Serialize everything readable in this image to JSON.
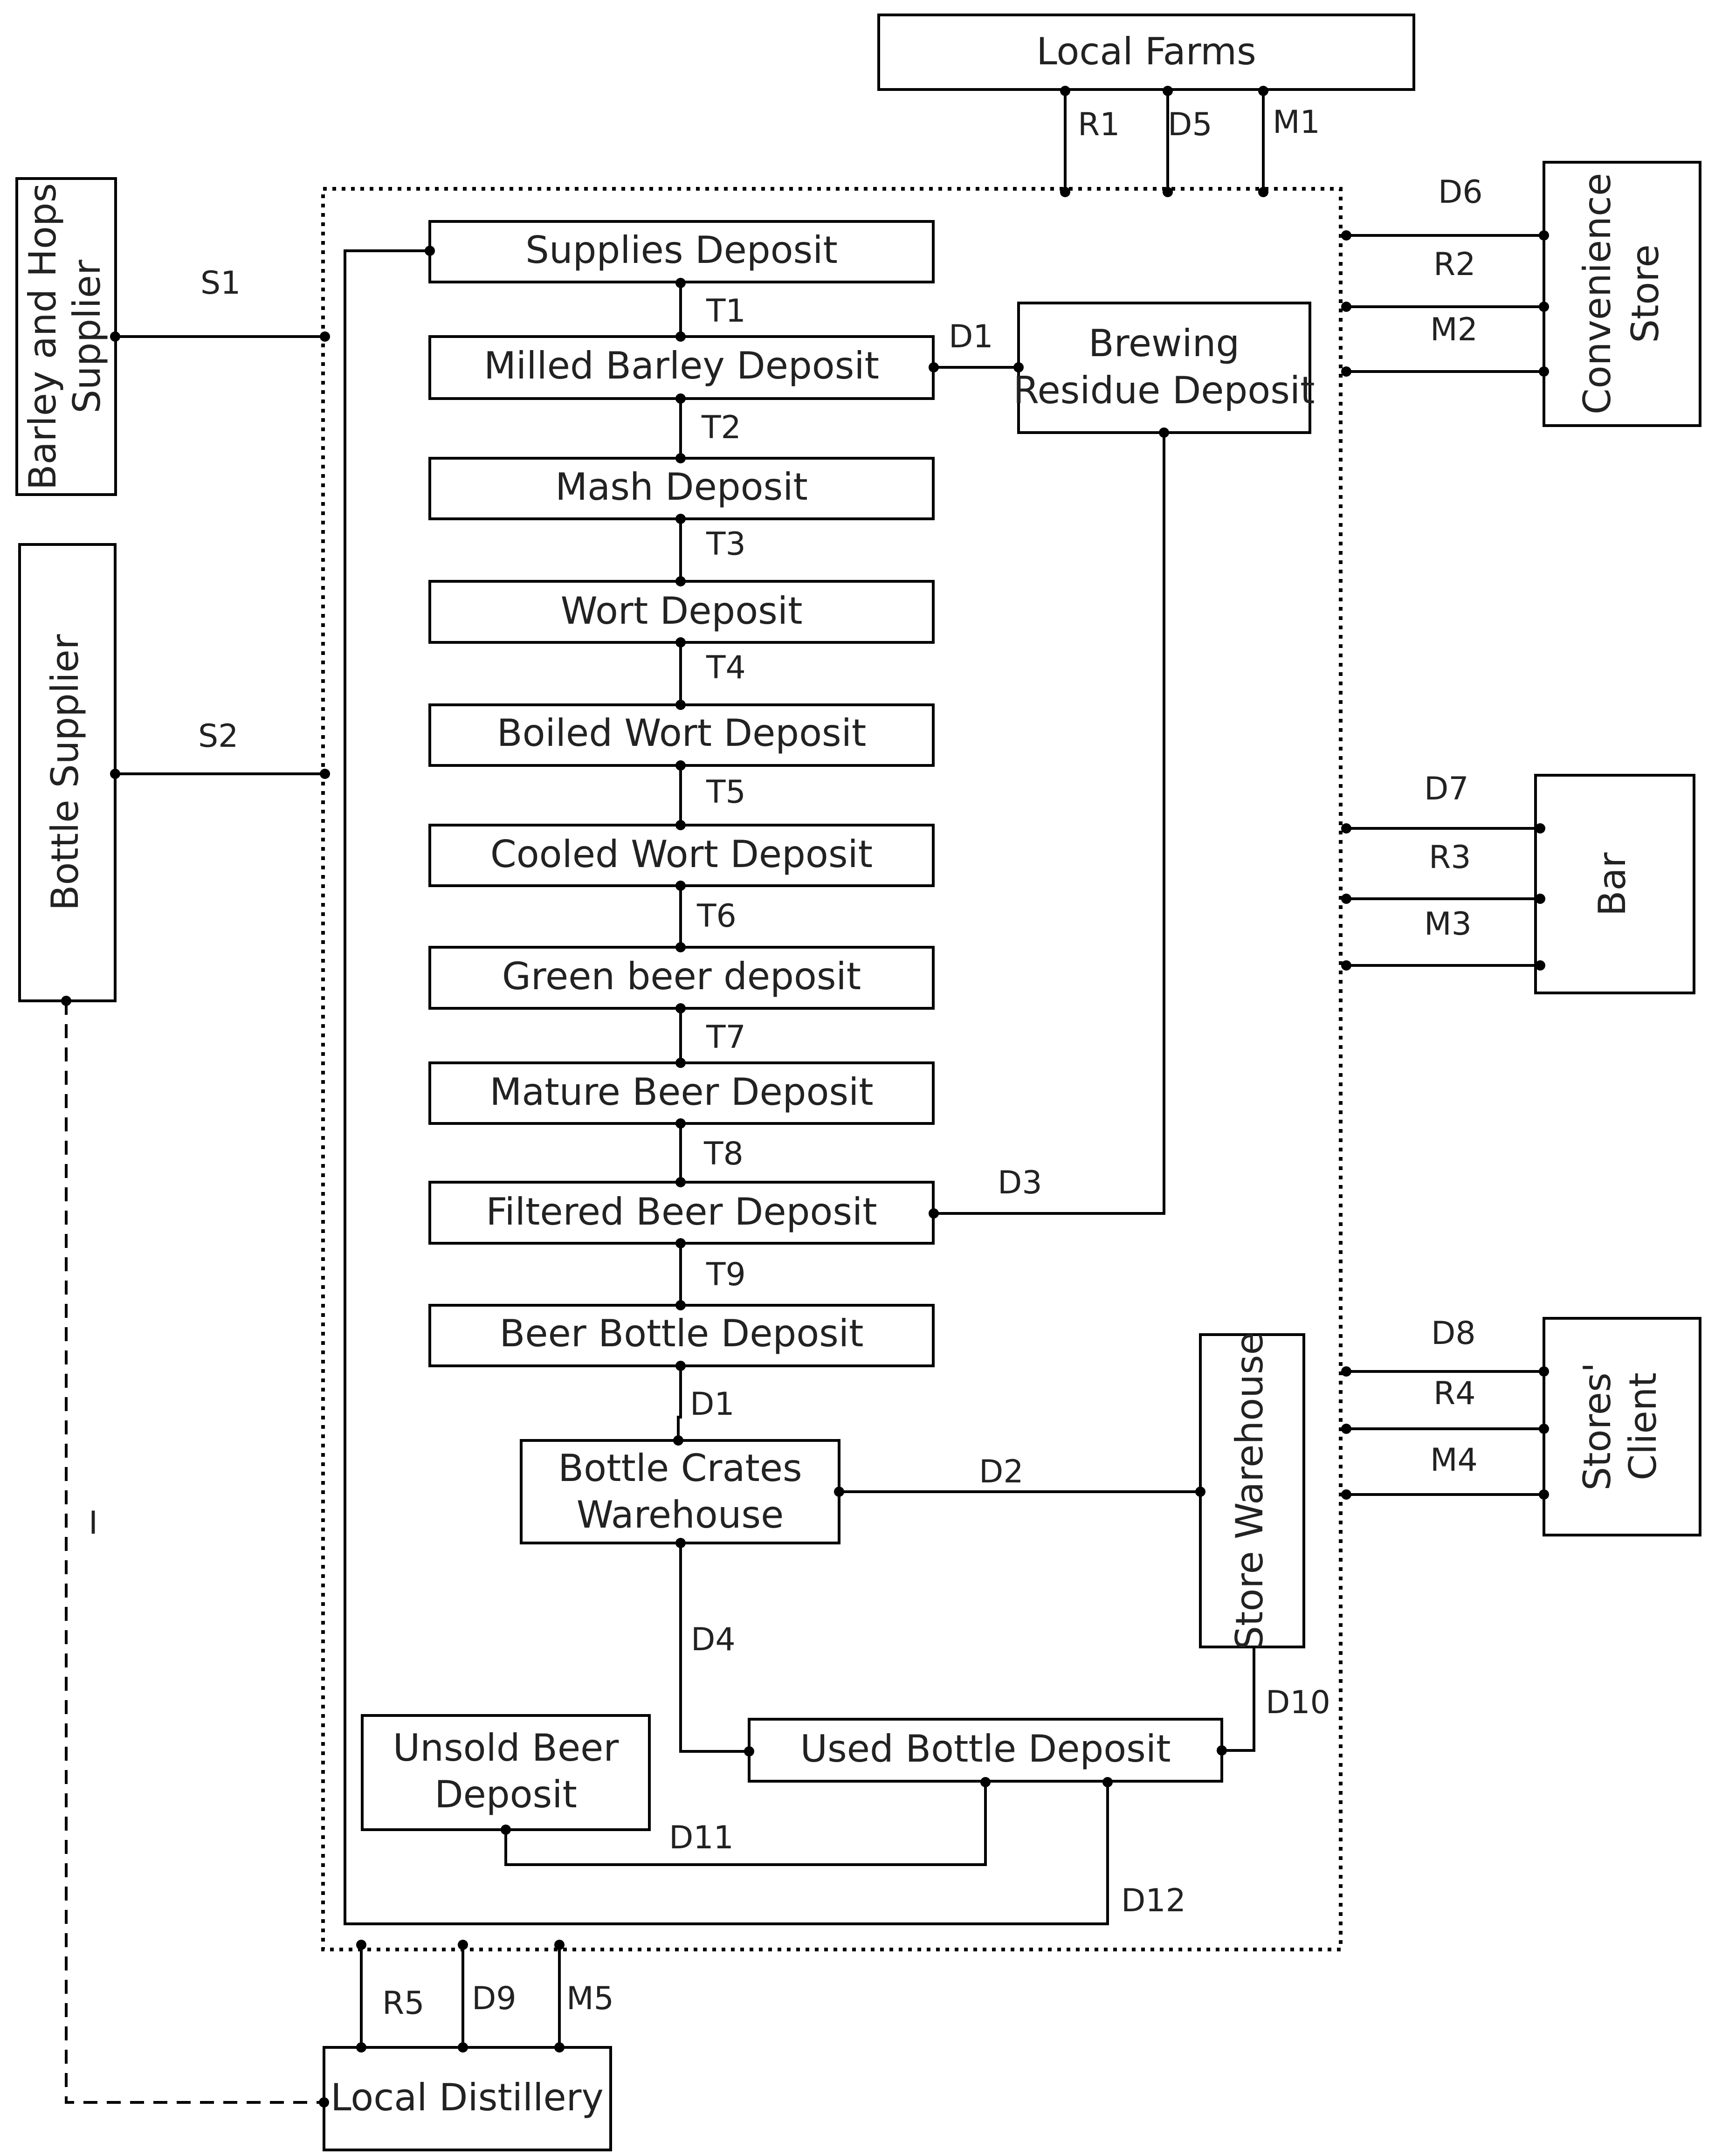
{
  "nodes": {
    "local_farms": "Local Farms",
    "barley_hops": [
      "Barley and Hops",
      "Supplier"
    ],
    "bottle_supplier": "Bottle Supplier",
    "convenience_store": [
      "Convenience",
      "Store"
    ],
    "bar": "Bar",
    "stores_client": [
      "Stores'",
      "Client"
    ],
    "local_distillery": "Local Distillery",
    "supplies_deposit": "Supplies Deposit",
    "milled_barley_deposit": "Milled Barley Deposit",
    "brewing_residue_deposit": [
      "Brewing",
      "Residue Deposit"
    ],
    "mash_deposit": "Mash Deposit",
    "wort_deposit": "Wort Deposit",
    "boiled_wort_deposit": "Boiled Wort Deposit",
    "cooled_wort_deposit": "Cooled Wort Deposit",
    "green_beer_deposit": "Green beer deposit",
    "mature_beer_deposit": "Mature Beer Deposit",
    "filtered_beer_deposit": "Filtered Beer Deposit",
    "beer_bottle_deposit": "Beer Bottle Deposit",
    "bottle_crates_warehouse": [
      "Bottle Crates",
      "Warehouse"
    ],
    "store_warehouse": "Store Warehouse",
    "unsold_beer_deposit": [
      "Unsold Beer",
      "Deposit"
    ],
    "used_bottle_deposit": "Used Bottle Deposit"
  },
  "flows": {
    "R1": "R1",
    "D5": "D5",
    "M1": "M1",
    "S1": "S1",
    "S2": "S2",
    "D6": "D6",
    "R2": "R2",
    "M2": "M2",
    "D7": "D7",
    "R3": "R3",
    "M3": "M3",
    "D8": "D8",
    "R4": "R4",
    "M4": "M4",
    "T1": "T1",
    "T2": "T2",
    "T3": "T3",
    "T4": "T4",
    "T5": "T5",
    "T6": "T6",
    "T7": "T7",
    "T8": "T8",
    "T9": "T9",
    "D1_residue": "D1",
    "D3": "D3",
    "D1_crates": "D1",
    "D2": "D2",
    "D4": "D4",
    "D10": "D10",
    "D11": "D11",
    "D12": "D12",
    "R5": "R5",
    "D9": "D9",
    "M5": "M5",
    "I": "I"
  }
}
